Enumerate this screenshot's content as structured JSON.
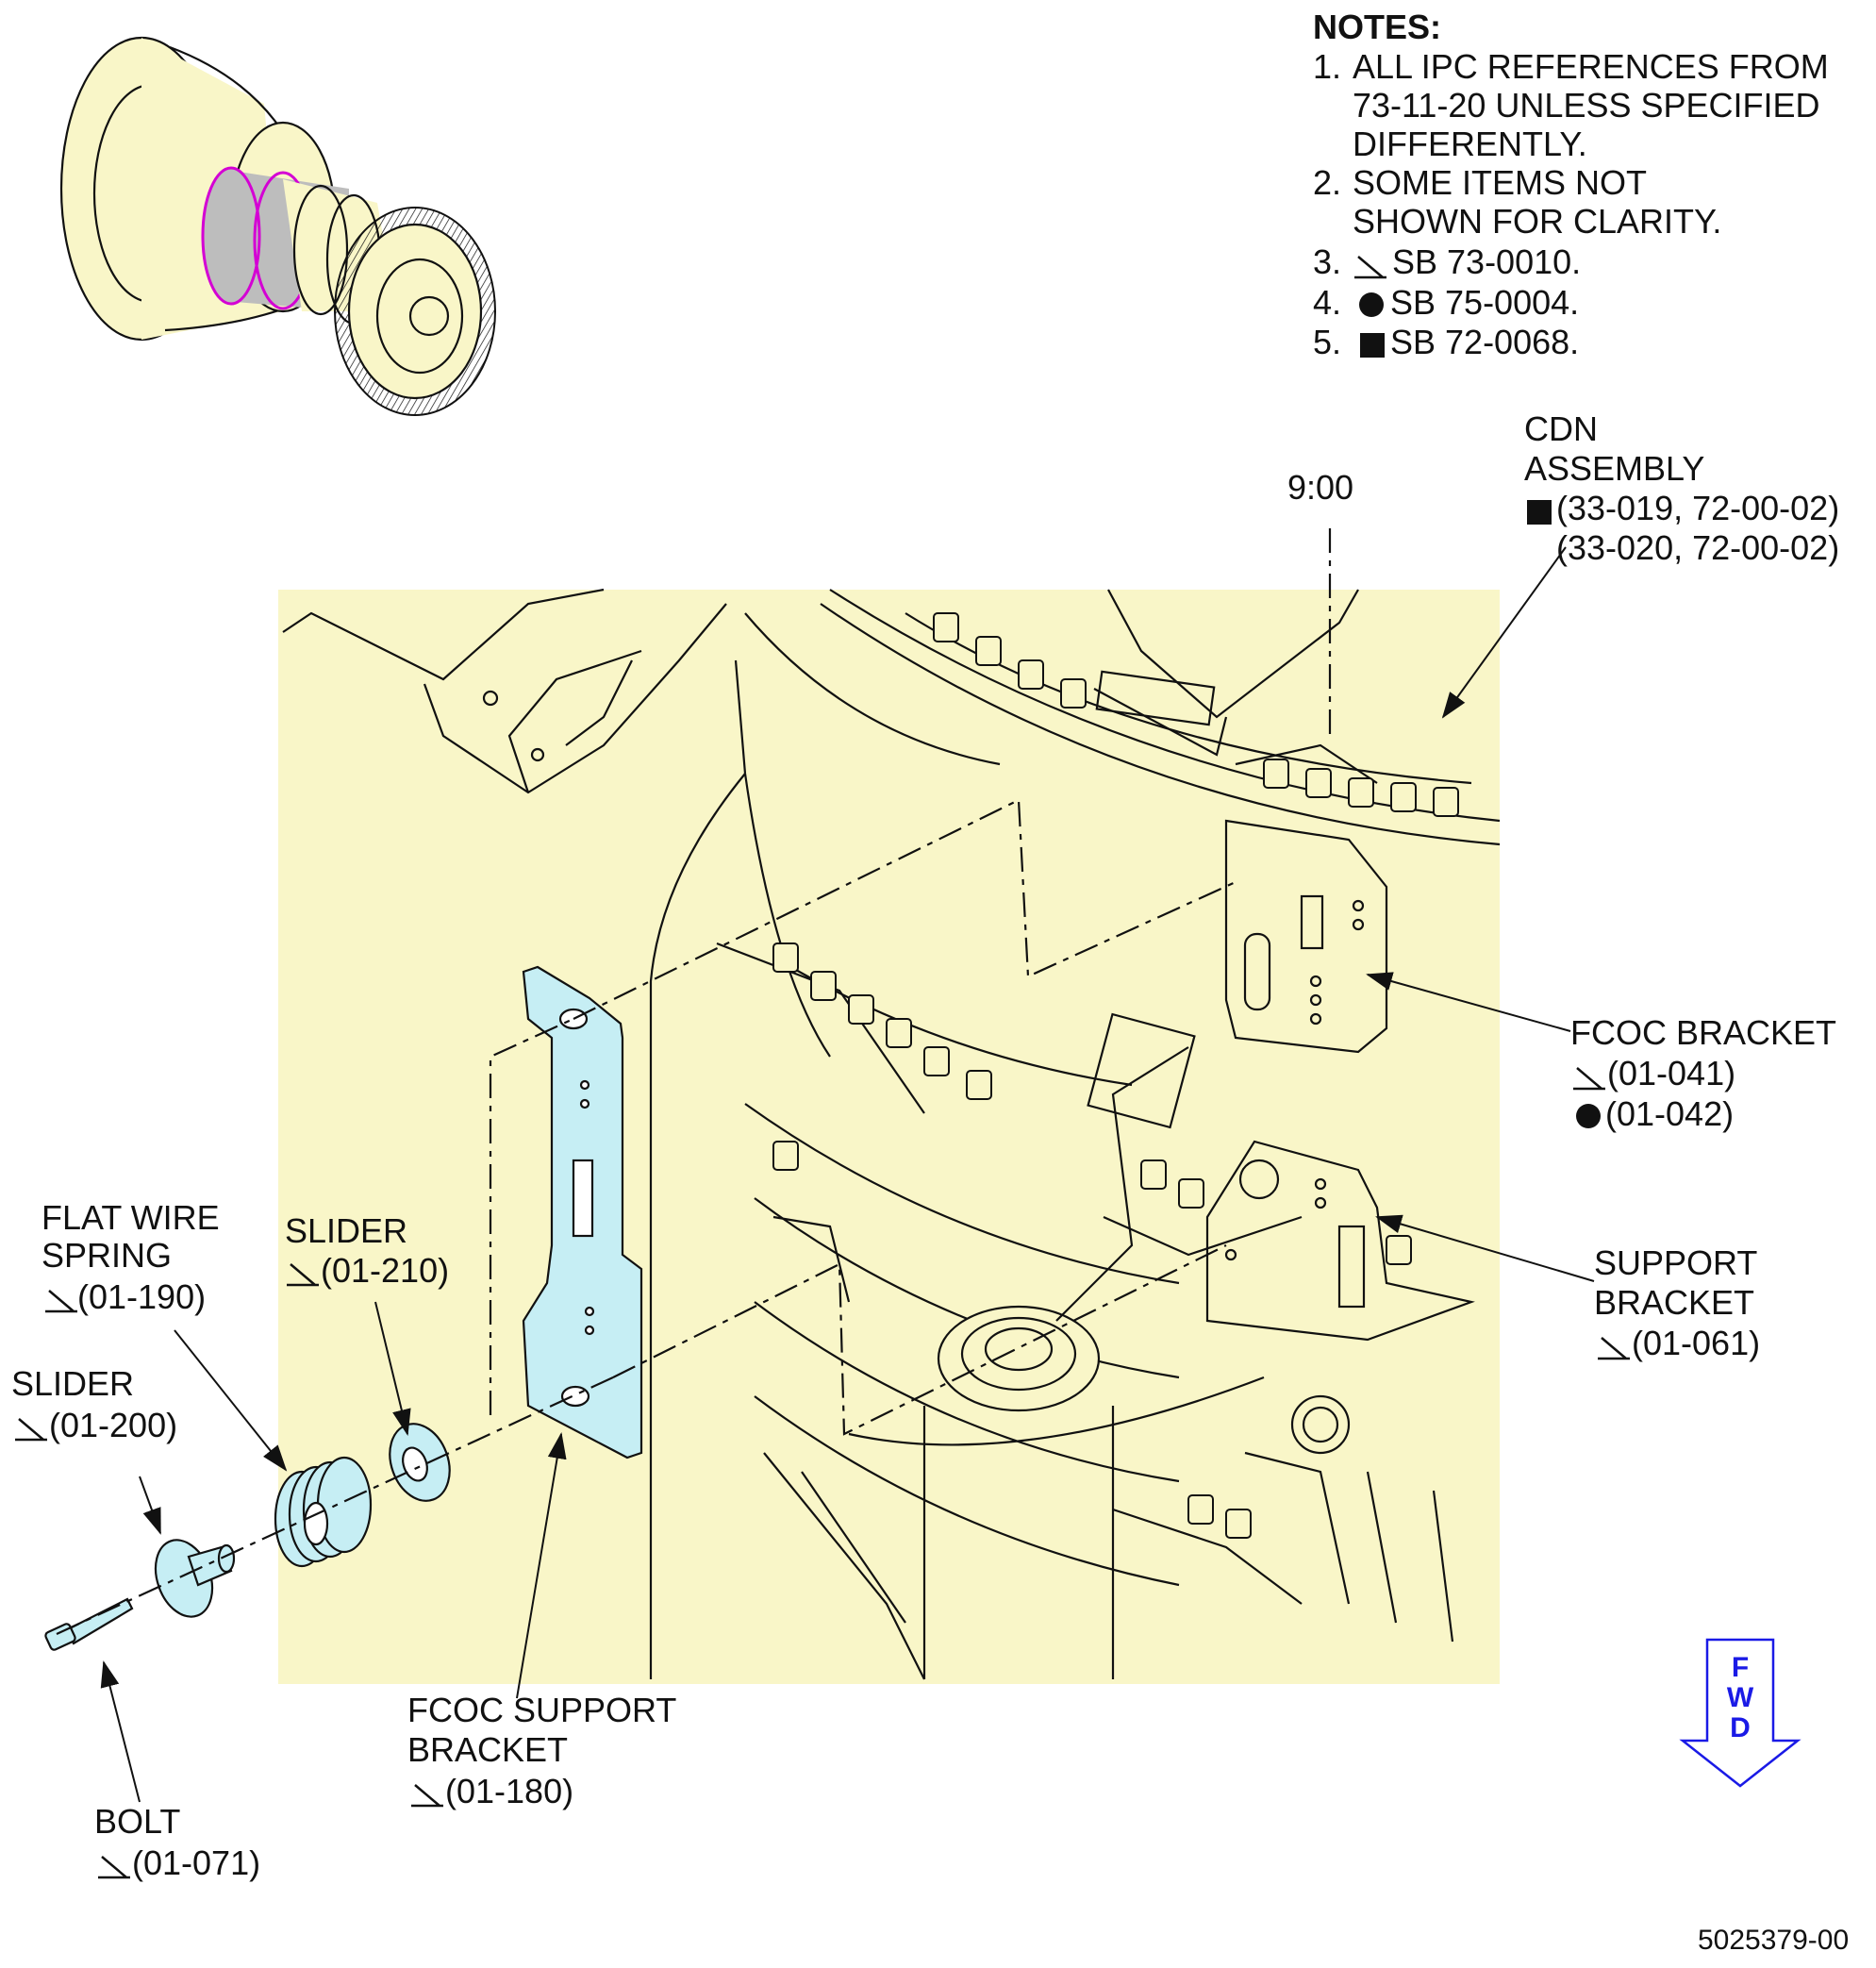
{
  "notes": {
    "title": "NOTES:",
    "items": [
      {
        "num": "1.",
        "lines": [
          "ALL IPC REFERENCES FROM",
          "73-11-20 UNLESS SPECIFIED",
          "DIFFERENTLY."
        ]
      },
      {
        "num": "2.",
        "lines": [
          "SOME ITEMS NOT",
          "SHOWN FOR CLARITY."
        ]
      },
      {
        "num": "3.",
        "symbol": "sb-triangle-icon",
        "text": "SB 73-0010."
      },
      {
        "num": "4.",
        "symbol": "sb-circle-icon",
        "text": "SB 75-0004."
      },
      {
        "num": "5.",
        "symbol": "sb-square-icon",
        "text": "SB 72-0068."
      }
    ]
  },
  "callouts": {
    "clock": "9:00",
    "cdn": {
      "line1": "CDN",
      "line2": "ASSEMBLY",
      "ref1": "(33-019, 72-00-02)",
      "ref2": "(33-020, 72-00-02)"
    },
    "fcoc_bracket": {
      "name": "FCOC BRACKET",
      "ref1": "(01-041)",
      "ref2": "(01-042)"
    },
    "support_bracket": {
      "line1": "SUPPORT",
      "line2": "BRACKET",
      "ref": "(01-061)"
    },
    "flat_wire_spring": {
      "line1": "FLAT WIRE",
      "line2": "SPRING",
      "ref": "(01-190)"
    },
    "slider_210": {
      "name": "SLIDER",
      "ref": "(01-210)"
    },
    "slider_200": {
      "name": "SLIDER",
      "ref": "(01-200)"
    },
    "bolt": {
      "name": "BOLT",
      "ref": "(01-071)"
    },
    "fcoc_support_bracket": {
      "line1": "FCOC SUPPORT",
      "line2": "BRACKET",
      "ref": "(01-180)"
    }
  },
  "fwd_indicator": {
    "letters": [
      "F",
      "W",
      "D"
    ],
    "color": "#1a1ae6"
  },
  "figure_id": "5025379-00",
  "colors": {
    "engine_fill": "#f9f6c8",
    "part_fill": "#c6eef4",
    "highlight_band": "#d400d4",
    "band_fill": "#bdbdbd",
    "line": "#111111"
  }
}
